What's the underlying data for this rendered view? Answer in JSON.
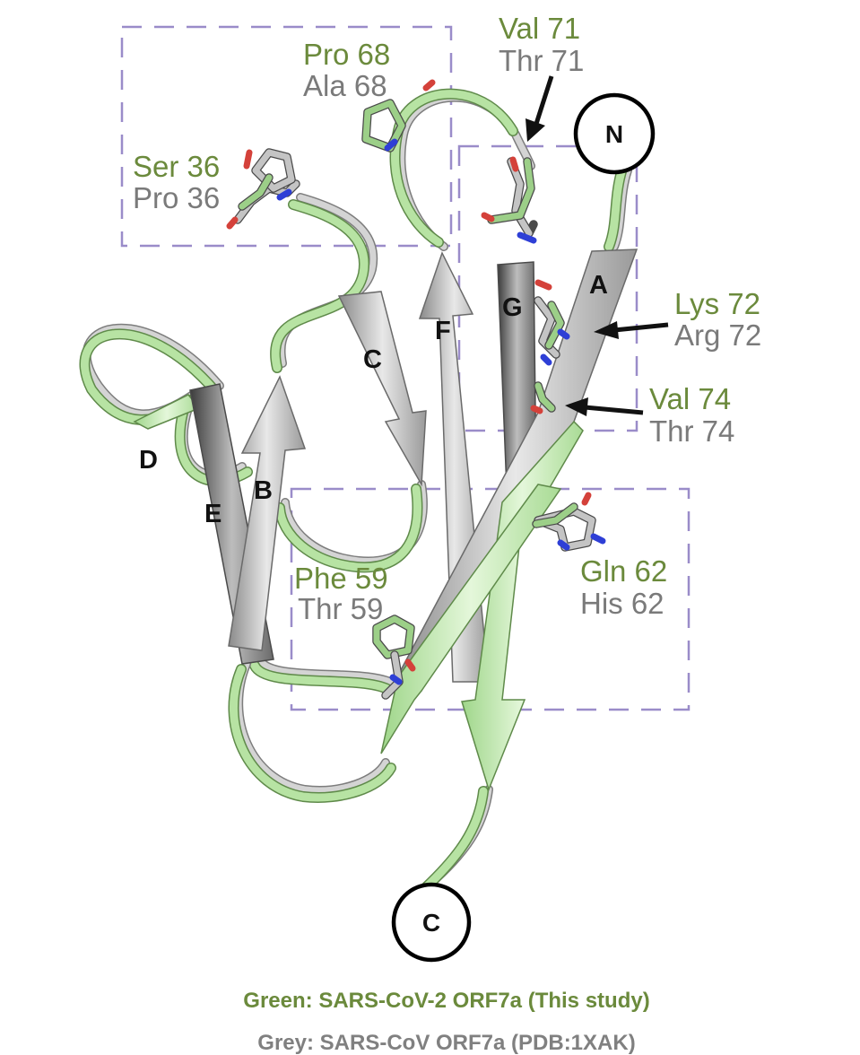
{
  "residues": {
    "ser36": {
      "sars2": "Ser 36",
      "sars1": "Pro 36"
    },
    "pro68": {
      "sars2": "Pro 68",
      "sars1": "Ala 68"
    },
    "val71": {
      "sars2": "Val 71",
      "sars1": "Thr 71"
    },
    "lys72": {
      "sars2": "Lys 72",
      "sars1": "Arg 72"
    },
    "val74": {
      "sars2": "Val 74",
      "sars1": "Thr 74"
    },
    "gln62": {
      "sars2": "Gln 62",
      "sars1": "His 62"
    },
    "phe59": {
      "sars2": "Phe 59",
      "sars1": "Thr 59"
    }
  },
  "strands": {
    "a": "A",
    "b": "B",
    "c": "C",
    "d": "D",
    "e": "E",
    "f": "F",
    "g": "G"
  },
  "termini": {
    "n": "N",
    "c": "C"
  },
  "legend": {
    "green": "Green: SARS-CoV-2 ORF7a (This study)",
    "grey": "Grey: SARS-CoV ORF7a (PDB:1XAK)"
  },
  "colors": {
    "sars2_green": "#6b8a3c",
    "sars1_grey": "#7a7a7a",
    "box_purple": "#9a8cc9"
  }
}
